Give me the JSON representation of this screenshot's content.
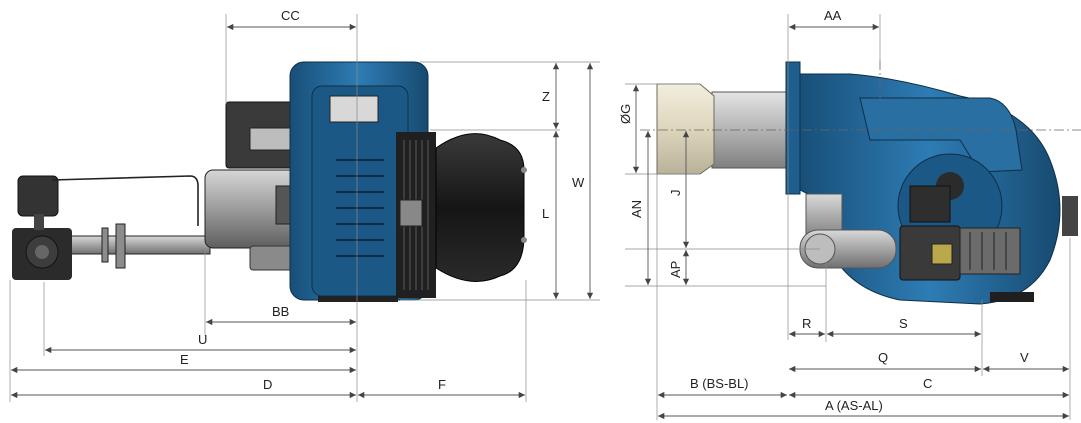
{
  "diagram": {
    "side_view_labels": {
      "cc": "CC",
      "z": "Z",
      "w": "W",
      "l": "L",
      "bb": "BB",
      "u": "U",
      "e": "E",
      "d": "D",
      "f": "F"
    },
    "front_view_labels": {
      "aa": "AA",
      "og": "ØG",
      "j": "J",
      "an": "AN",
      "ap": "AP",
      "r": "R",
      "s": "S",
      "q": "Q",
      "v": "V",
      "b": "B (BS-BL)",
      "c": "C",
      "a": "A (AS-AL)"
    }
  },
  "colors": {
    "burner_blue": "#1f5f8f",
    "motor_grey": "#9a9a9a",
    "nozzle_cream": "#e9e3cf"
  }
}
